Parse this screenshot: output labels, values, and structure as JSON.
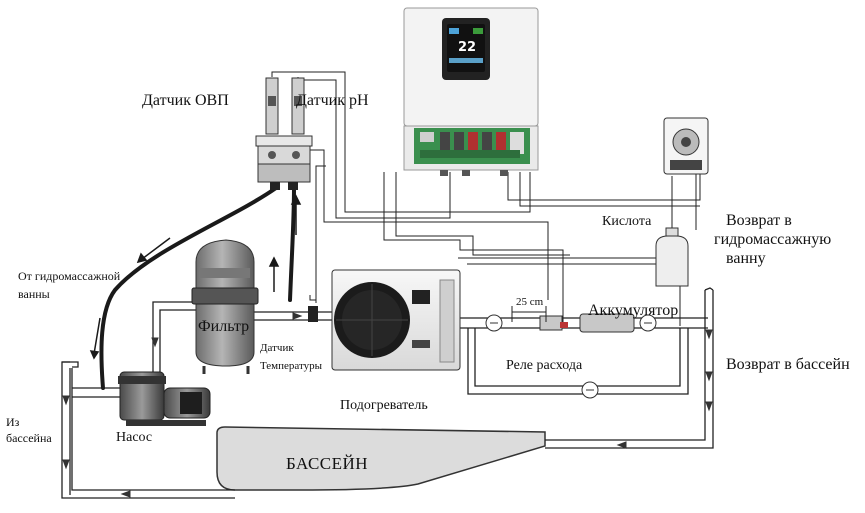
{
  "labels": {
    "orp_sensor": "Датчик ОВП",
    "ph_sensor": "Датчик pH",
    "from_spa": [
      "От гидромассажной",
      "ванны"
    ],
    "filter": "Фильтр",
    "temp_sensor": [
      "Датчик",
      "Температуры"
    ],
    "from_pool": [
      "Из",
      "бассейна"
    ],
    "pump": "Насос",
    "heater": "Подогреватель",
    "pool": "БАССЕЙН",
    "distance": "25 cm",
    "accumulator": "Аккумулятор",
    "flow_relay": "Реле расхода",
    "acid": "Кислота",
    "return_spa": [
      "Возврат в",
      "гидромассажную",
      "ванну"
    ],
    "return_pool": "Возврат в бассейн"
  },
  "controller": {
    "display_value": "22"
  },
  "colors": {
    "line": "#222222",
    "equipment_gray": "#8c8c8c",
    "controller_body": "#f3f3f3",
    "pcb_green": "#3a8f4e",
    "pool_fill": "#dcdcdc",
    "screen": "#111111"
  }
}
